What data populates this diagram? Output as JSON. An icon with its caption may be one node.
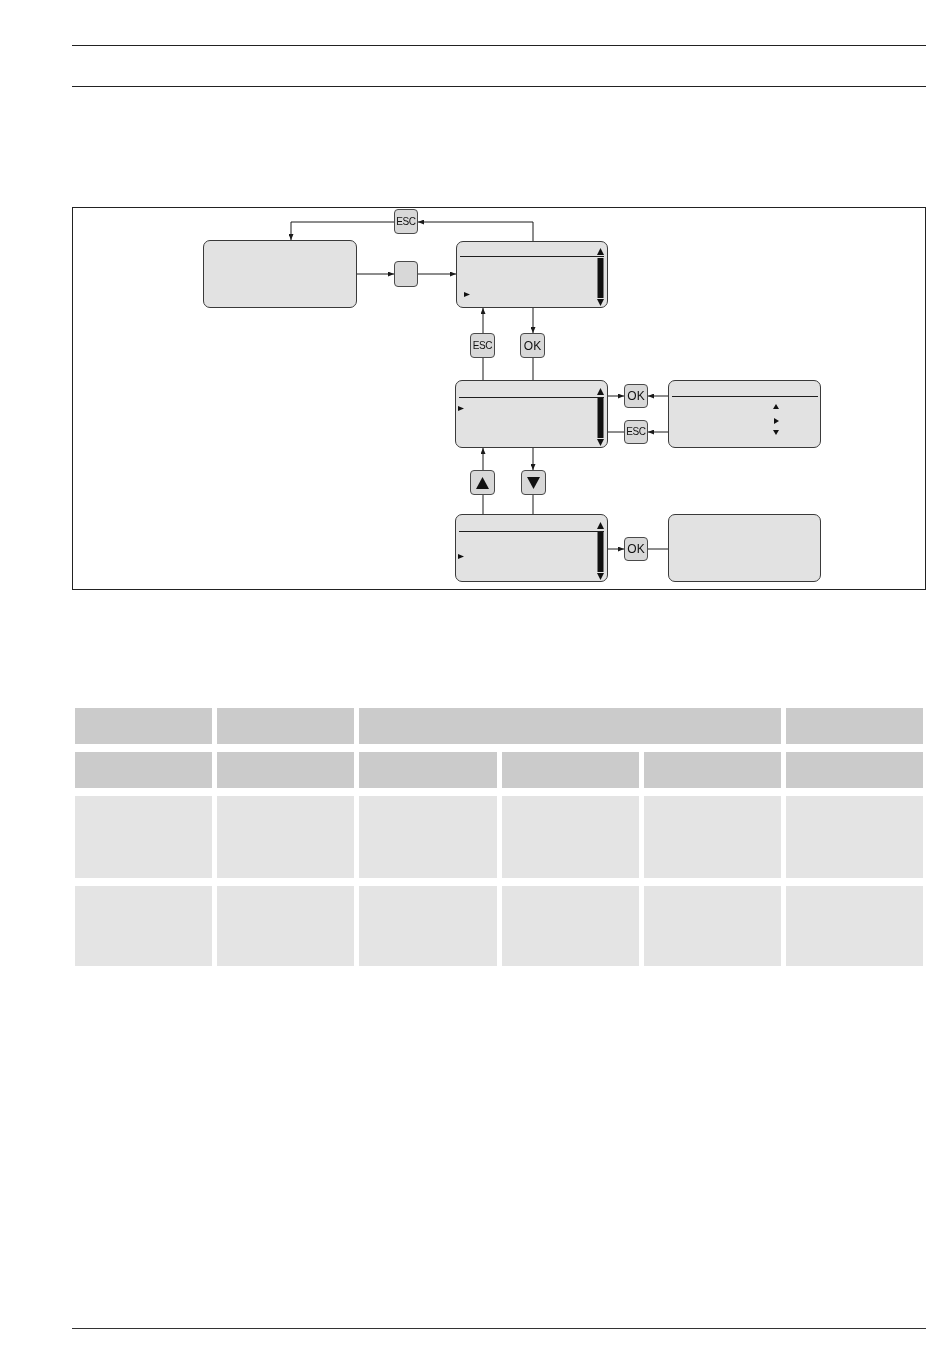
{
  "diagram": {
    "nodes": [
      {
        "text": [
          "ESC"
        ]
      },
      {
        "text": [],
        "shape": "box"
      },
      {
        "text": [],
        "shape": "box"
      },
      {
        "text": [],
        "shape": "box"
      },
      {
        "text": [
          "ESC"
        ]
      },
      {
        "text": [
          "OK"
        ]
      },
      {
        "text": [],
        "shape": "box"
      },
      {
        "text": [
          "OK"
        ]
      },
      {
        "text": [],
        "shape": "box"
      },
      {
        "text": [
          "ESC"
        ]
      },
      {
        "text": [],
        "shape": "box"
      },
      {
        "text": [],
        "shape": "box"
      },
      {
        "text": [],
        "shape": "box"
      },
      {
        "text": [
          "OK"
        ]
      },
      {
        "text": [],
        "shape": "box"
      }
    ],
    "edges": [
      {
        "from": 3,
        "to": 0,
        "arrow": "to"
      },
      {
        "from": 0,
        "to": 1,
        "arrow": "to"
      },
      {
        "from": 1,
        "to": 2,
        "arrow": "to"
      },
      {
        "from": 2,
        "to": 3,
        "arrow": "to"
      },
      {
        "from": 6,
        "to": 4,
        "arrow": "none"
      },
      {
        "from": 4,
        "to": 3,
        "arrow": "to"
      },
      {
        "from": 3,
        "to": 5,
        "arrow": "to"
      },
      {
        "from": 5,
        "to": 6,
        "arrow": "none"
      },
      {
        "from": 6,
        "to": 7,
        "arrow": "to"
      },
      {
        "from": 8,
        "to": 7,
        "arrow": "to"
      },
      {
        "from": 6,
        "to": 9,
        "arrow": "none"
      },
      {
        "from": 8,
        "to": 9,
        "arrow": "to"
      },
      {
        "from": 12,
        "to": 10,
        "arrow": "none"
      },
      {
        "from": 10,
        "to": 6,
        "arrow": "to"
      },
      {
        "from": 6,
        "to": 11,
        "arrow": "to"
      },
      {
        "from": 11,
        "to": 12,
        "arrow": "none"
      },
      {
        "from": 12,
        "to": 13,
        "arrow": "to"
      },
      {
        "from": 13,
        "to": 14,
        "arrow": "none"
      }
    ]
  }
}
